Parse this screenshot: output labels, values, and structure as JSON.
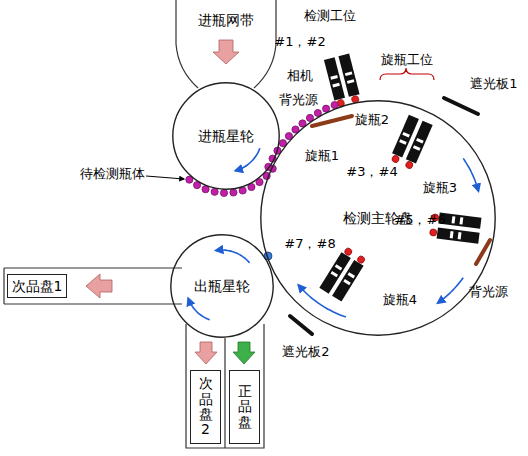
{
  "diagram": {
    "nodes": [
      {
        "text": [
          "进瓶网带"
        ]
      },
      {
        "text": [
          "进瓶星轮"
        ]
      },
      {
        "text": [
          "检测主轮盘"
        ]
      },
      {
        "text": [
          "出瓶星轮"
        ]
      },
      {
        "text": [
          "次品盘1"
        ]
      },
      {
        "text": [
          "次品盘2"
        ]
      },
      {
        "text": [
          "正品盘"
        ]
      }
    ],
    "labels": [
      "待检测瓶体",
      "检测工位",
      "#1，#2",
      "相机",
      "旋瓶工位",
      "遮光板1",
      "背光源",
      "旋瓶1",
      "旋瓶2",
      "#3，#4",
      "旋瓶3",
      "#5，#6",
      "背光源",
      "旋瓶4",
      "#7，#8",
      "遮光板2"
    ]
  }
}
